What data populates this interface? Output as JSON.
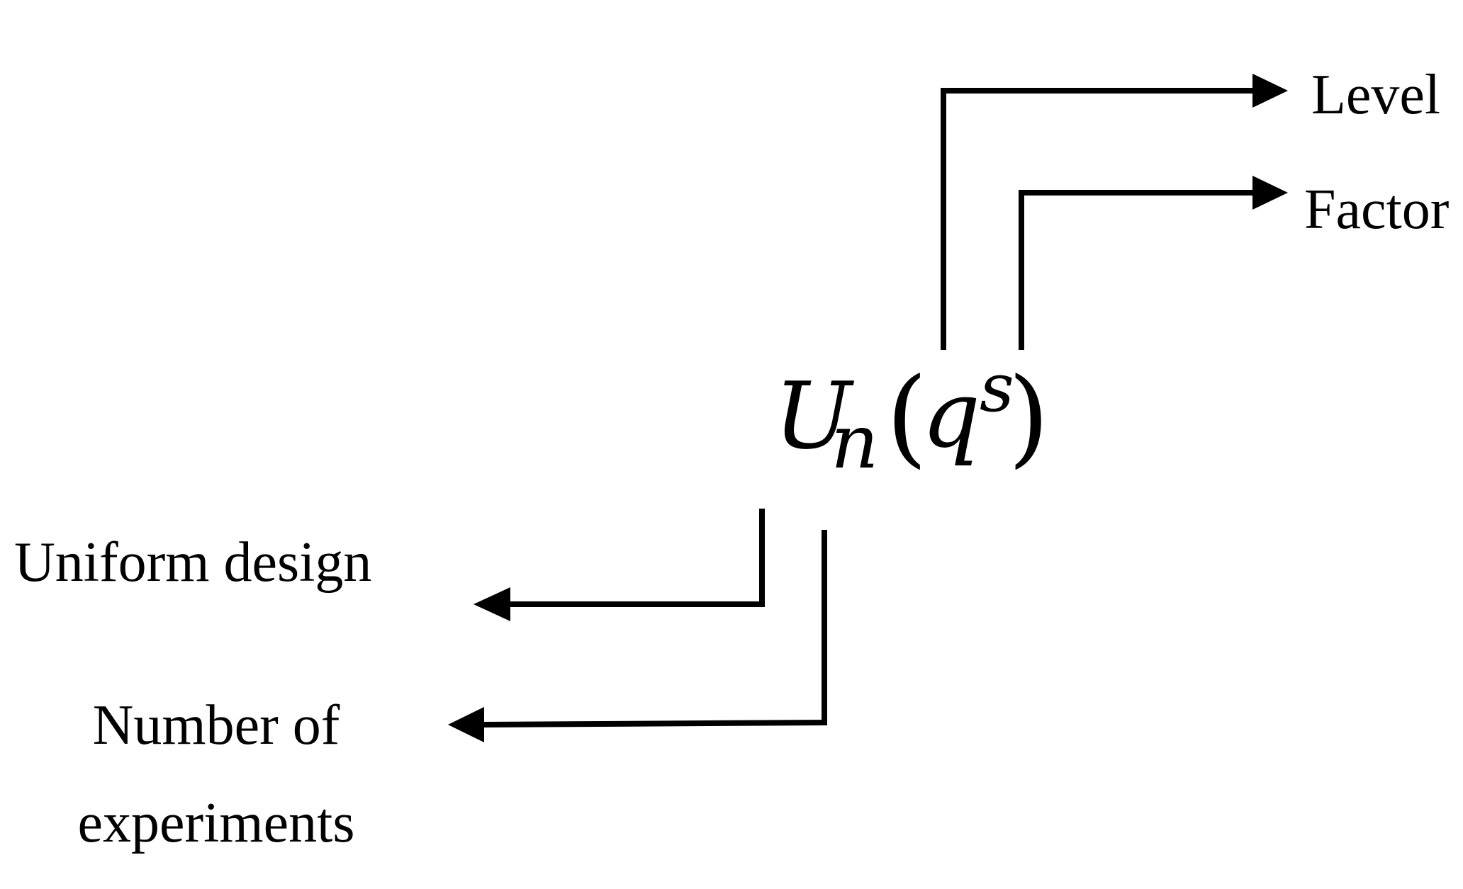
{
  "formula": {
    "symbol": "U",
    "subscript": "n",
    "open_paren": "(",
    "base": "q",
    "superscript": "s",
    "close_paren": ")"
  },
  "labels": {
    "level": "Level",
    "factor": "Factor",
    "uniform_design": "Uniform design",
    "number_of_line1": "Number of",
    "number_of_line2": "experiments"
  },
  "colors": {
    "ink": "#000000",
    "background": "#ffffff"
  }
}
